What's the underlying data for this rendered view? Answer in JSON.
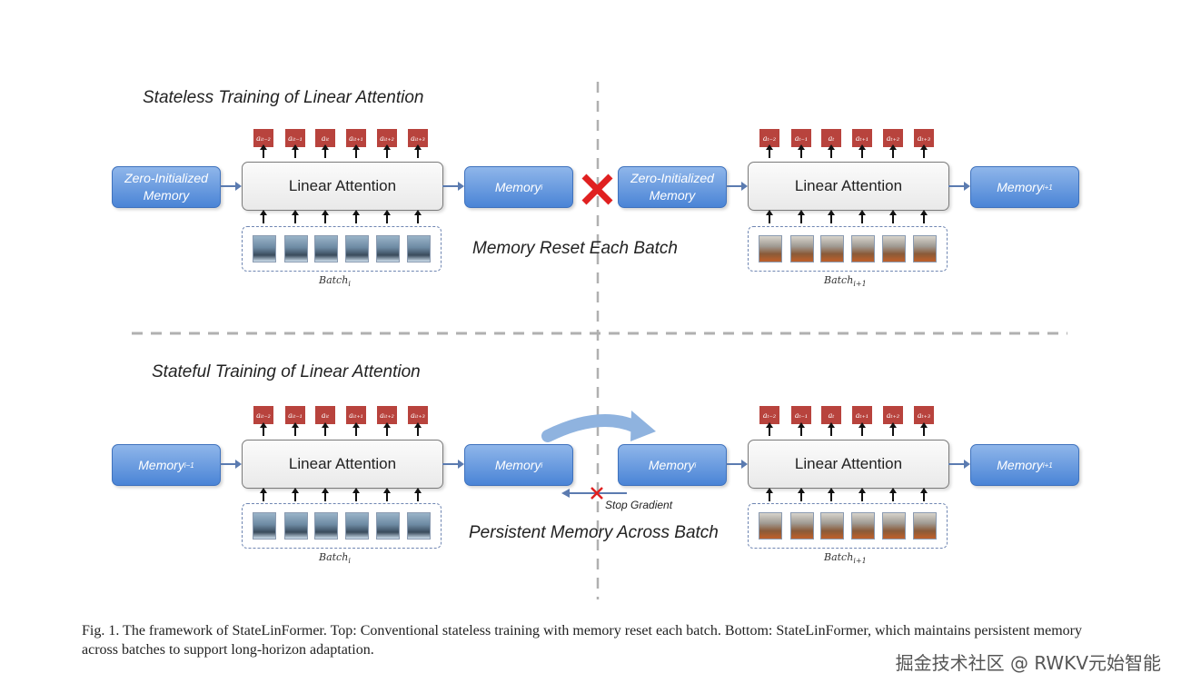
{
  "top": {
    "title": "Stateless Training of Linear Attention",
    "left_input": "Zero-Initialized Memory",
    "block_label": "Linear Attention",
    "left_output_base": "Memory",
    "left_output_sub": "i",
    "right_input": "Zero-Initialized Memory",
    "right_output_base": "Memory",
    "right_output_sub": "i+1",
    "center_caption": "Memory Reset Each Batch",
    "batch_left_base": "Batch",
    "batch_left_sub": "i",
    "batch_right_base": "Batch",
    "batch_right_sub": "i+1",
    "tokens_left": [
      "aᵢₜ₋₂",
      "aᵢₜ₋₁",
      "aᵢₜ",
      "aᵢₜ₊₁",
      "aᵢₜ₊₂",
      "aᵢₜ₊₃"
    ],
    "tokens_right": [
      "aₜ₋₂",
      "aₜ₋₁",
      "aₜ",
      "aₜ₊₁",
      "aₜ₊₂",
      "aₜ₊₃"
    ]
  },
  "bottom": {
    "title": "Stateful Training of Linear Attention",
    "left_input_base": "Memory",
    "left_input_sub": "i−1",
    "block_label": "Linear Attention",
    "left_output_base": "Memory",
    "left_output_sub": "i",
    "right_input_base": "Memory",
    "right_input_sub": "i",
    "right_output_base": "Memory",
    "right_output_sub": "i+1",
    "center_caption": "Persistent Memory Across Batch",
    "stop_gradient": "Stop Gradient",
    "batch_left_base": "Batch",
    "batch_left_sub": "i",
    "batch_right_base": "Batch",
    "batch_right_sub": "i+1"
  },
  "caption": "Fig. 1.   The framework of StateLinFormer. Top: Conventional stateless training with memory reset each batch. Bottom: StateLinFormer, which maintains persistent memory across batches to support long-horizon adaptation.",
  "watermark": "掘金技术社区 @ RWKV元始智能",
  "colors": {
    "memory_box": "#4a84d6",
    "token": "#b8433d",
    "red_x": "#e02020",
    "divider": "#b0b0b0",
    "curved_arrow": "#8fb3df"
  }
}
